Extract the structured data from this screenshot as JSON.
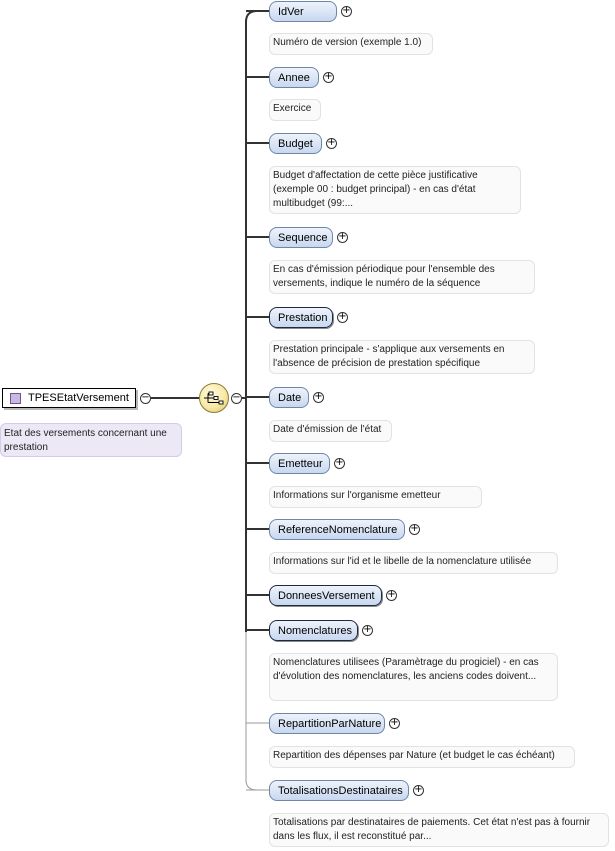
{
  "root": {
    "label": "TPESEtatVersement",
    "description": "Etat des versements concernant une prestation"
  },
  "children": [
    {
      "label": "IdVer",
      "description": "Numéro de version (exemple 1.0)"
    },
    {
      "label": "Annee",
      "description": "Exercice"
    },
    {
      "label": "Budget",
      "description": "Budget d'affectation de cette pièce justificative (exemple 00 : budget principal) - en cas d'état multibudget (99:..."
    },
    {
      "label": "Sequence",
      "description": "En cas d'émission périodique pour l'ensemble des versements, indique le numéro de la séquence"
    },
    {
      "label": "Prestation",
      "description": "Prestation principale - s'applique aux versements en l'absence de précision de prestation spécifique"
    },
    {
      "label": "Date",
      "description": "Date d'émission de l'état"
    },
    {
      "label": "Emetteur",
      "description": "Informations sur l'organisme emetteur"
    },
    {
      "label": "ReferenceNomenclature",
      "description": "Informations sur l'id et le libelle de la nomenclature utilisée"
    },
    {
      "label": "DonneesVersement",
      "description": ""
    },
    {
      "label": "Nomenclatures",
      "description": "Nomenclatures utilisees (Paramètrage du progiciel) - en cas d'évolution des nomenclatures, les anciens codes doivent..."
    },
    {
      "label": "RepartitionParNature",
      "description": "Repartition des dépenses par Nature (et budget le cas échéant)"
    },
    {
      "label": "TotalisationsDestinataires",
      "description": "Totalisations par destinataires de paiements. Cet état n'est pas à fournir dans les flux, il est reconstitué par..."
    }
  ]
}
